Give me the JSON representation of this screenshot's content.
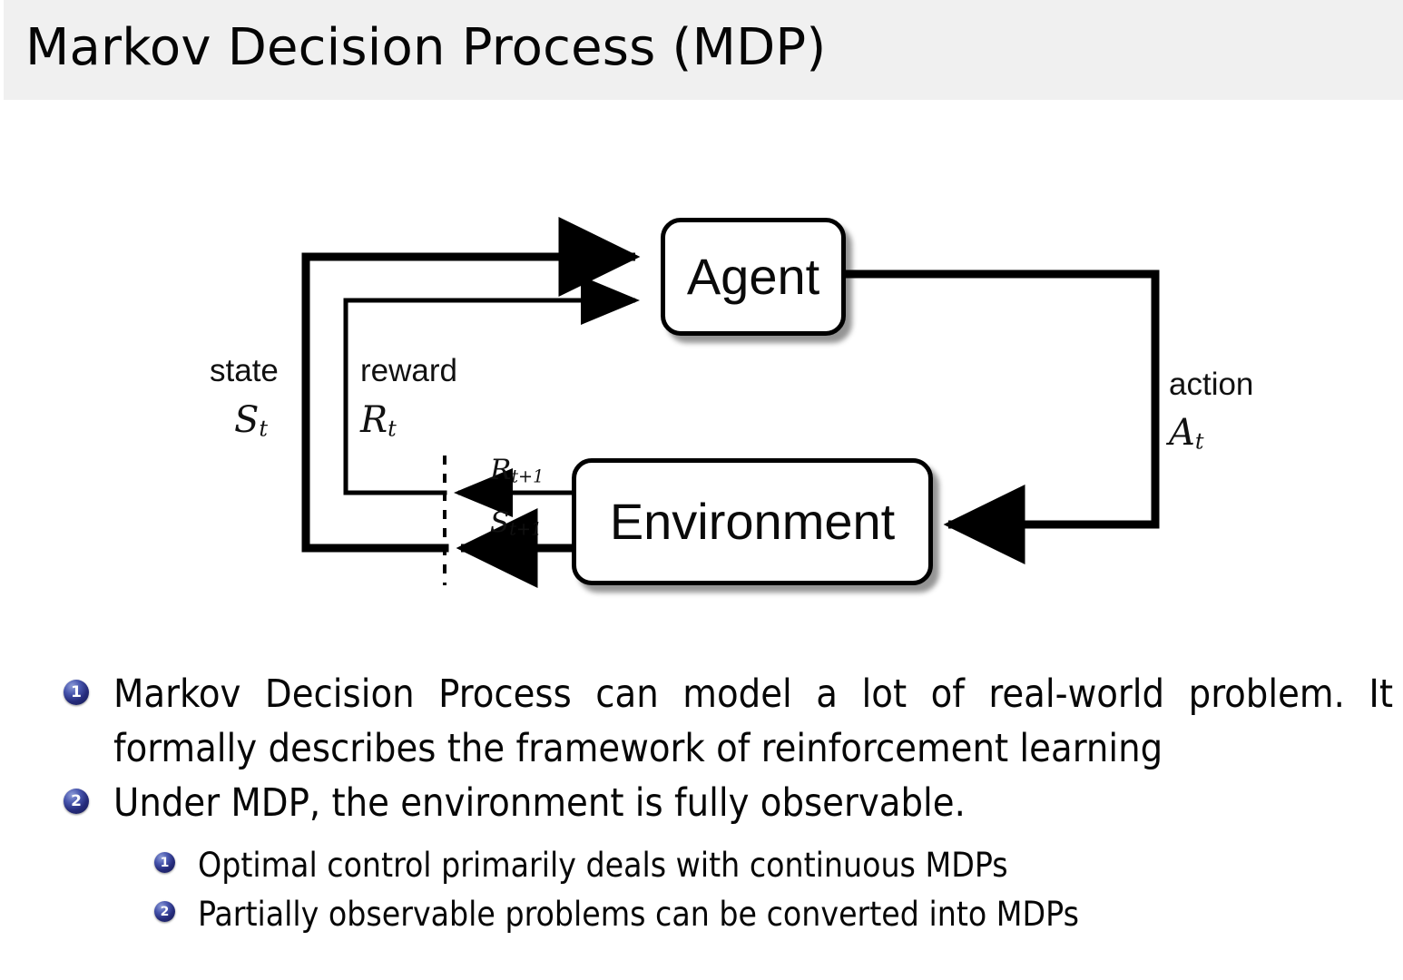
{
  "slide": {
    "title": "Markov Decision Process (MDP)",
    "header_bg": "#f0f0f0",
    "body_bg": "#ffffff",
    "bullet_color": "#242a79"
  },
  "diagram": {
    "name": "agent-environment-interaction-loop",
    "nodes": {
      "agent": "Agent",
      "environment": "Environment"
    },
    "edge_labels": {
      "state_word": "state",
      "state_symbol": "S",
      "state_subscript": "t",
      "reward_word": "reward",
      "reward_symbol": "R",
      "reward_subscript": "t",
      "action_word": "action",
      "action_symbol": "A",
      "action_subscript": "t",
      "next_reward_symbol": "R",
      "next_reward_subscript": "t+1",
      "next_state_symbol": "S",
      "next_state_subscript": "t+1"
    }
  },
  "bullets": [
    {
      "number": "1",
      "text": "Markov Decision Process can model a lot of real-world problem. It formally describes the framework of reinforcement learning"
    },
    {
      "number": "2",
      "text": "Under MDP, the environment is fully observable."
    }
  ],
  "sub_bullets": [
    {
      "number": "1",
      "text": "Optimal control primarily deals with continuous MDPs"
    },
    {
      "number": "2",
      "text": "Partially observable problems can be converted into MDPs"
    }
  ]
}
